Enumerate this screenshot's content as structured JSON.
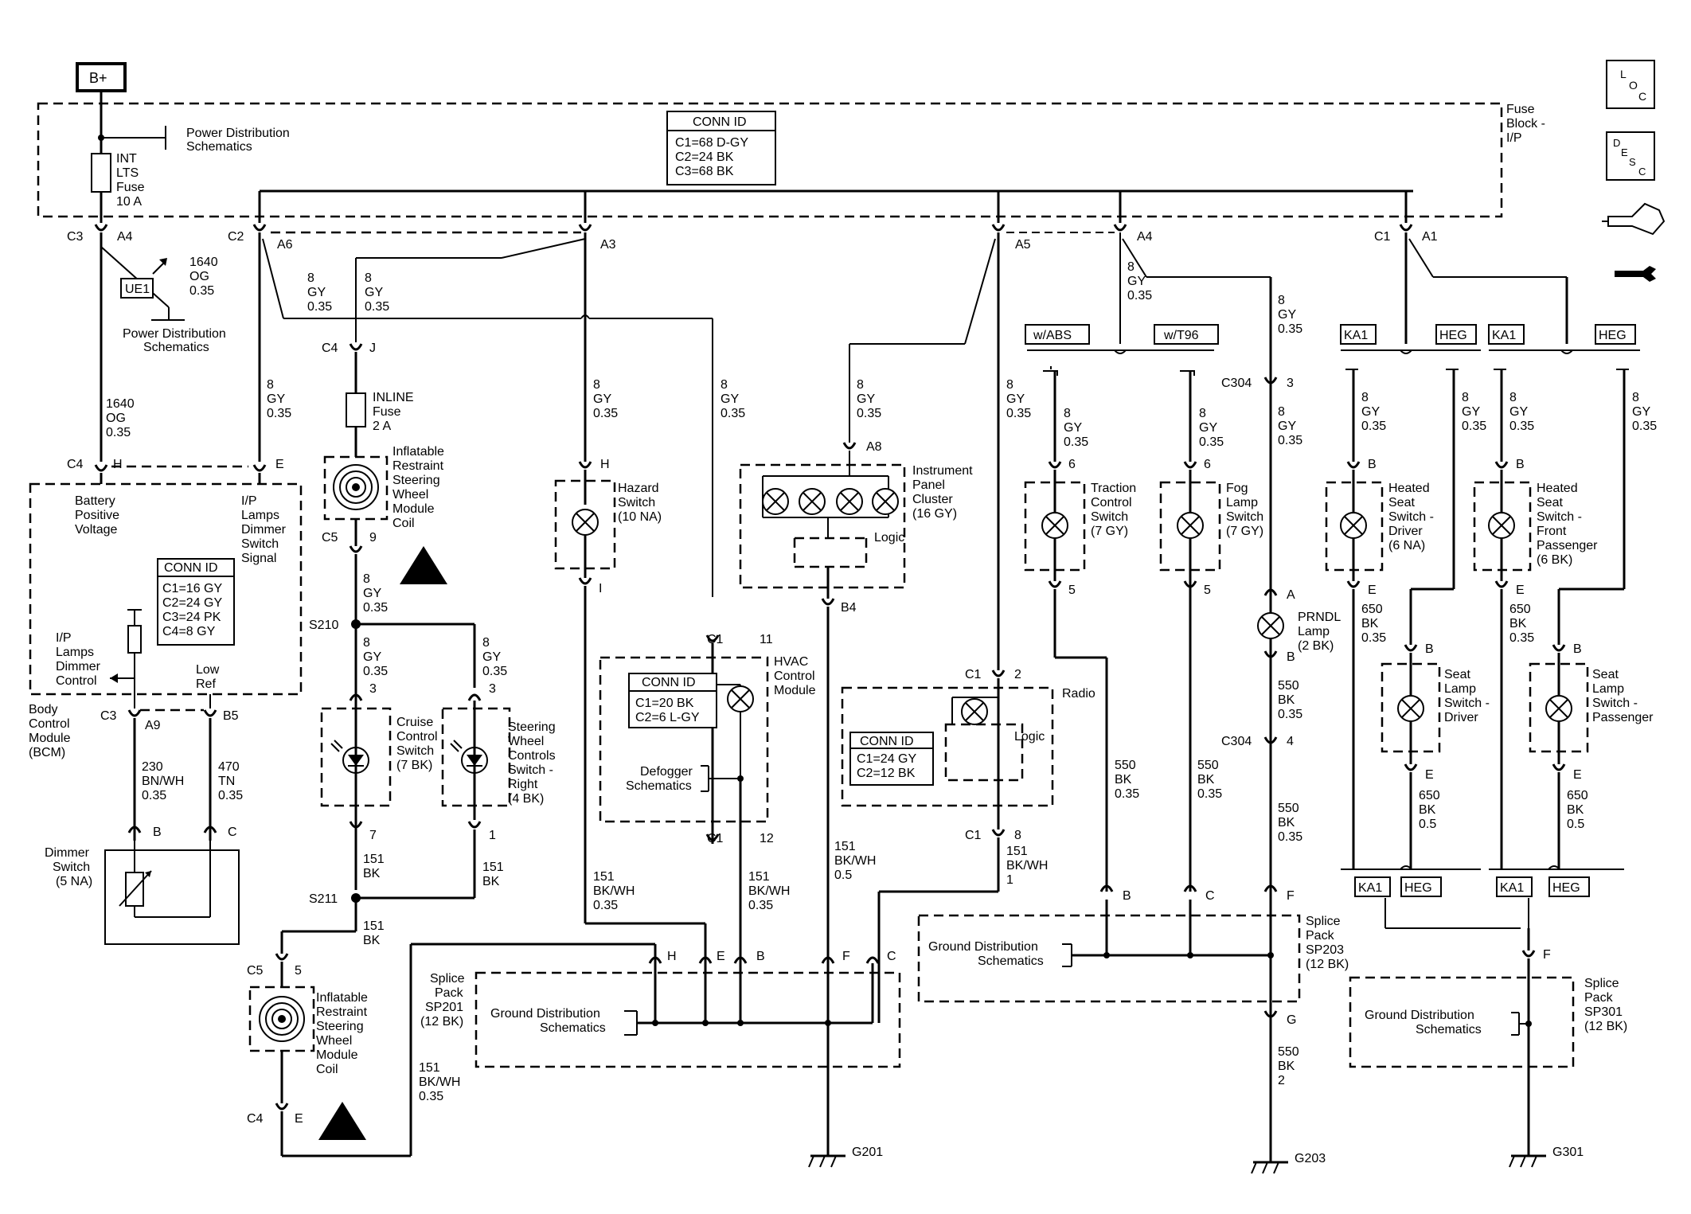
{
  "power": {
    "b_plus": "B+",
    "power_dist_1": "Power Distribution",
    "power_dist_2": "Schematics"
  },
  "fuse_block": {
    "label": [
      "Fuse",
      "Block -",
      "I/P"
    ],
    "conn_title": "CONN ID",
    "conn_lines": [
      "C1=68 D-GY",
      "C2=24 BK",
      "C3=68 BK"
    ],
    "int_fuse": [
      "INT",
      "LTS",
      "Fuse",
      "10 A"
    ]
  },
  "side_icons": {
    "loc": "LOC",
    "desc": "DESC",
    "connector_icon": "connector-icon",
    "wrench_icon": "wrench-icon"
  },
  "pins": {
    "c3": "C3",
    "a4": "A4",
    "c2": "C2",
    "a6": "A6",
    "a3": "A3",
    "a5": "A5",
    "a4b": "A4",
    "c1": "C1",
    "a1": "A1",
    "c4": "C4",
    "h": "H",
    "e": "E",
    "j": "J",
    "c5": "C5",
    "nine": "9",
    "s210": "S210",
    "s211": "S211",
    "three": "3",
    "seven": "7",
    "one": "1",
    "five": "5",
    "e2": "E",
    "a8": "A8",
    "b4": "B4",
    "c1_11": "C1",
    "p11": "11",
    "c1_12": "C1",
    "p12": "12",
    "c1_2": "C1",
    "p2": "2",
    "c1_8": "C1",
    "p8": "8",
    "c304": "C304",
    "p3": "3",
    "p4": "4",
    "a_pin": "A",
    "b_pin": "B",
    "f_pin": "F",
    "g_pin": "G",
    "h_pin": "H",
    "i_pin": "I",
    "six": "6"
  },
  "wires": {
    "w1640": [
      "1640",
      "OG",
      "0.35"
    ],
    "w8gy": [
      "8",
      "GY",
      "0.35"
    ],
    "w230": [
      "230",
      "BN/WH",
      "0.35"
    ],
    "w470": [
      "470",
      "TN",
      "0.35"
    ],
    "w151bk": [
      "151",
      "BK"
    ],
    "w151bkwh035": [
      "151",
      "BK/WH",
      "0.35"
    ],
    "w151bkwh05": [
      "151",
      "BK/WH",
      "0.5"
    ],
    "w151bkwh1": [
      "151",
      "BK/WH",
      "1"
    ],
    "w550": [
      "550",
      "BK",
      "0.35"
    ],
    "w550_2": [
      "550",
      "BK",
      "2"
    ],
    "w650": [
      "650",
      "BK",
      "0.35"
    ],
    "w650_05": [
      "650",
      "BK",
      "0.5"
    ]
  },
  "bcm": {
    "name": [
      "Body",
      "Control",
      "Module",
      "(BCM)"
    ],
    "battery": [
      "Battery",
      "Positive",
      "Voltage"
    ],
    "ip_signal": [
      "I/P",
      "Lamps",
      "Dimmer",
      "Switch",
      "Signal"
    ],
    "ip_control": [
      "I/P",
      "Lamps",
      "Dimmer",
      "Control"
    ],
    "low_ref": [
      "Low",
      "Ref"
    ],
    "conn_title": "CONN ID",
    "conn_lines": [
      "C1=16 GY",
      "C2=24 GY",
      "C3=24 PK",
      "C4=8 GY"
    ],
    "ue1": "UE1"
  },
  "dimmer": [
    "Dimmer",
    "Switch",
    "(5 NA)"
  ],
  "inline_fuse": [
    "INLINE",
    "Fuse",
    "2 A"
  ],
  "coil": [
    "Inflatable",
    "Restraint",
    "Steering",
    "Wheel",
    "Module",
    "Coil"
  ],
  "cruise": [
    "Cruise",
    "Control",
    "Switch",
    "(7 BK)"
  ],
  "steer_ctrl": [
    "Steering",
    "Wheel",
    "Controls",
    "Switch -",
    "Right",
    "(4 BK)"
  ],
  "hazard": [
    "Hazard",
    "Switch",
    "(10 NA)"
  ],
  "hvac": {
    "name": [
      "HVAC",
      "Control",
      "Module"
    ],
    "conn_title": "CONN ID",
    "conn_lines": [
      "C1=20 BK",
      "C2=6 L-GY"
    ],
    "defog": [
      "Defogger",
      "Schematics"
    ]
  },
  "ipc": {
    "name": [
      "Instrument",
      "Panel",
      "Cluster",
      "(16 GY)"
    ],
    "logic": "Logic"
  },
  "radio": {
    "name": "Radio",
    "logic": "Logic",
    "conn_title": "CONN ID",
    "conn_lines": [
      "C1=24 GY",
      "C2=12 BK"
    ]
  },
  "options": {
    "abs": "w/ABS",
    "t96": "w/T96",
    "ka1": "KA1",
    "heg": "HEG"
  },
  "traction": [
    "Traction",
    "Control",
    "Switch",
    "(7 GY)"
  ],
  "fog": [
    "Fog",
    "Lamp",
    "Switch",
    "(7 GY)"
  ],
  "prndl": [
    "PRNDL",
    "Lamp",
    "(2 BK)"
  ],
  "heated_driver": [
    "Heated",
    "Seat",
    "Switch -",
    "Driver",
    "(6 NA)"
  ],
  "heated_pass": [
    "Heated",
    "Seat",
    "Switch -",
    "Front",
    "Passenger",
    "(6 BK)"
  ],
  "seat_lamp_driver": [
    "Seat",
    "Lamp",
    "Switch -",
    "Driver"
  ],
  "seat_lamp_pass": [
    "Seat",
    "Lamp",
    "Switch -",
    "Passenger"
  ],
  "ground_dist": [
    "Ground Distribution",
    "Schematics"
  ],
  "sp201": [
    "Splice",
    "Pack",
    "SP201",
    "(12 BK)"
  ],
  "sp203": [
    "Splice",
    "Pack",
    "SP203",
    "(12 BK)"
  ],
  "sp301": [
    "Splice",
    "Pack",
    "SP301",
    "(12 BK)"
  ],
  "grounds": {
    "g201": "G201",
    "g203": "G203",
    "g301": "G301"
  }
}
